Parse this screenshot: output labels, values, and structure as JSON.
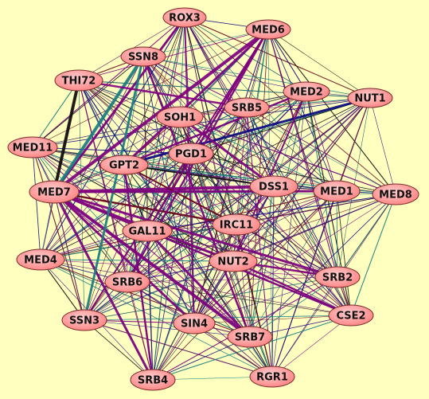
{
  "colors": {
    "background": "#ffffc0",
    "node_fill_light": "#ffd0d0",
    "node_fill_dark": "#ff8080",
    "edge_palette": [
      "#800080",
      "#5a0a5a",
      "#2a0a80",
      "#0a0a80",
      "#106060",
      "#1a8080",
      "#111111",
      "#6a0a20"
    ]
  },
  "nodes": [
    {
      "id": "ROX3"
    },
    {
      "id": "MED6"
    },
    {
      "id": "SSN8"
    },
    {
      "id": "THI72"
    },
    {
      "id": "MED2"
    },
    {
      "id": "NUT1"
    },
    {
      "id": "SRB5"
    },
    {
      "id": "SOH1"
    },
    {
      "id": "MED11"
    },
    {
      "id": "PGD1"
    },
    {
      "id": "GPT2"
    },
    {
      "id": "DSS1"
    },
    {
      "id": "MED1"
    },
    {
      "id": "MED8"
    },
    {
      "id": "MED7"
    },
    {
      "id": "IRC11"
    },
    {
      "id": "GAL11"
    },
    {
      "id": "MED4"
    },
    {
      "id": "NUT2"
    },
    {
      "id": "SRB2"
    },
    {
      "id": "SRB6"
    },
    {
      "id": "SSN3"
    },
    {
      "id": "CSE2"
    },
    {
      "id": "SIN4"
    },
    {
      "id": "SRB7"
    },
    {
      "id": "SRB4"
    },
    {
      "id": "RGR1"
    }
  ]
}
